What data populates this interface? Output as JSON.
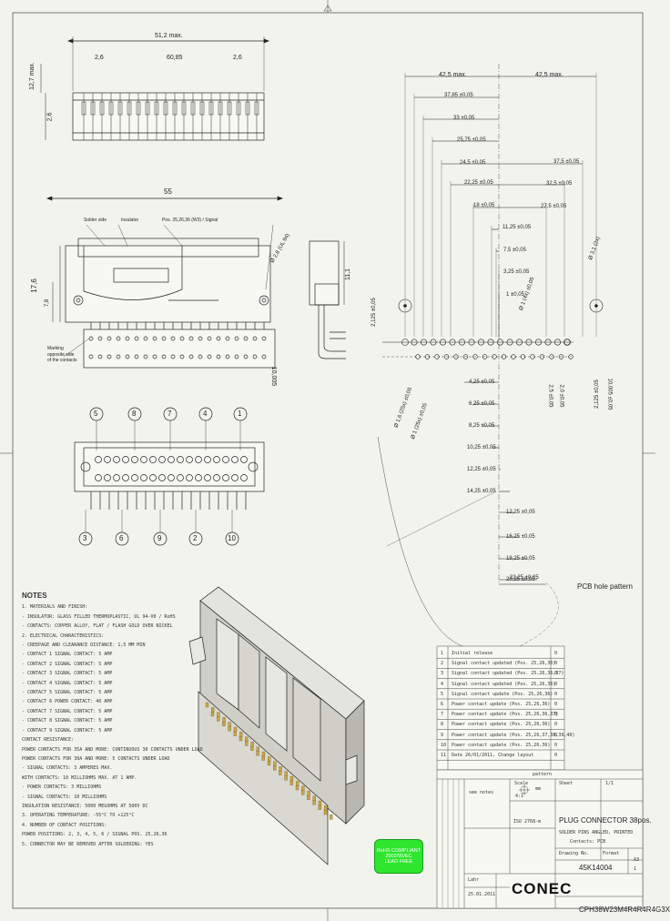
{
  "top_view": {
    "overall": "51,2 max.",
    "pitch_left": "2,6",
    "center": "60,85",
    "pitch_right": "2,6",
    "height_left": "12,7 max.",
    "height_mid": "2,6"
  },
  "front_view": {
    "width": "55",
    "callout_a": "Solder side",
    "callout_b": "Insulator",
    "callout_c": "Pos. 25,26,36 (W3) / Signal",
    "height": "17,6",
    "small": "7,8",
    "side_height": "11,1",
    "hole": "Ø 2,8 (UL 94)",
    "right_dim": "10,005"
  },
  "marking_note": "Marking\nopposite side\nof the contacts",
  "contacts_top": [
    "5",
    "8",
    "7",
    "4",
    "1"
  ],
  "contacts_bottom": [
    "3",
    "6",
    "9",
    "2",
    "10"
  ],
  "pcb_dims": {
    "half_left": "42,5 max.",
    "half_right": "42,5 max.",
    "l1": "37,85 ±0,05",
    "l2": "33 ±0,05",
    "l3": "25,75 ±0,05",
    "l4": "24,5 ±0,05",
    "l5": "22,25 ±0,05",
    "l6": "18 ±0,05",
    "l7": "11,25 ±0,05",
    "l8": "7,5 ±0,05",
    "l9": "3,25 ±0,05",
    "l10": "1 ±0,05",
    "r1": "37,5 ±0,05",
    "r2": "32,5 ±0,05",
    "r3": "27,5 ±0,05",
    "left_v": "2,125 ±0,05",
    "right_v": "2,125 ±0,05",
    "hole_a": "Ø 1,6 (25x) ±0,05",
    "hole_b": "Ø 1 (4x) ±0,05",
    "hole_c": "Ø 1 (25x) ±0,05",
    "hole_d": "Ø 3,1 (2x)",
    "v1": "2,5 ±0,05",
    "v2": "2,0 ±0,05",
    "v3": "10,005 ±0,05",
    "below": [
      "4,25 ±0,05",
      "6,25 ±0,05",
      "8,25 ±0,05",
      "10,25 ±0,05",
      "12,25 ±0,05",
      "14,25 ±0,05"
    ],
    "below_right": [
      "12,25 ±0,05",
      "16,25 ±0,05",
      "18,25 ±0,05",
      "20,25 ±0,05",
      "22,25 ±0,05"
    ],
    "pcb_label": "PCB hole pattern"
  },
  "notes": {
    "title": "NOTES",
    "lines": [
      "1. MATERIALS AND FINISH:",
      " - INSULATOR: GLASS FILLED THERMOPLASTIC, UL 94-V0 / RoHS",
      " - CONTACTS: COPPER ALLOY, FLAT / FLASH GOLD OVER NICKEL",
      "2. ELECTRICAL CHARACTERISTICS:",
      " - CREEPAGE AND CLEARANCE DISTANCE: 1,5 MM MIN",
      " - CONTACT 1 SIGNAL CONTACT: 5 AMP",
      " - CONTACT 2 SIGNAL CONTACT: 5 AMP",
      " - CONTACT 3 SIGNAL CONTACT: 5 AMP",
      " - CONTACT 4 SIGNAL CONTACT: 5 AMP",
      " - CONTACT 5 SIGNAL CONTACT: 5 AMP",
      " - CONTACT 6 POWER CONTACT: 40 AMP",
      " - CONTACT 7 SIGNAL CONTACT: 5 AMP",
      " - CONTACT 8 SIGNAL CONTACT: 5 AMP",
      " - CONTACT 9 SIGNAL CONTACT: 5 AMP",
      "   CONTACT RESISTANCE:",
      "   POWER CONTACTS FOR 35A AND MORE: CONTINUOUS 30 CONTACTS UNDER LOAD",
      "   POWER CONTACTS FOR 30A AND MORE: 5 CONTACTS UNDER LOAD",
      " - SIGNAL CONTACTS: 3 AMPERES MAX.",
      "   WITH CONTACTS: 10 MILLIOHMS MAX. AT 1 AMP.",
      " - POWER CONTACTS: 3 MILLIOHMS",
      " - SIGNAL CONTACTS: 10 MILLIOHMS",
      "   INSULATION RESISTANCE: 5000 MEGOHMS AT 500V DC",
      "3. OPERATING TEMPERATURE: -55°C TO +125°C",
      "4. NUMBER OF CONTACT POSITIONS:",
      "   POWER POSITIONS: 2, 3, 4, 5, 6 / SIGNAL POS. 25,26,36",
      "5. CONNECTOR MAY BE REMOVED AFTER SOLDERING: YES"
    ]
  },
  "badge": {
    "line1": "RoHS COMPLIANT",
    "line2": "2002/95/EC",
    "line3": "LEAD FREE"
  },
  "revision_table": {
    "rows": [
      [
        "1",
        "Initial release",
        "0"
      ],
      [
        "2",
        "Signal contact updated (Pos. 25,26,36)",
        "0"
      ],
      [
        "3",
        "Signal contact updated (Pos. 25,26,36,37)",
        "0"
      ],
      [
        "4",
        "Signal contact updated (Pos. 25,26,36)",
        "0"
      ],
      [
        "5",
        "Signal contact update (Pos. 25,26,36)",
        "0"
      ],
      [
        "6",
        "Power contact update (Pos. 25,26,36)",
        "0"
      ],
      [
        "7",
        "Power contact update (Pos. 25,26,36,37)",
        "0"
      ],
      [
        "8",
        "Power contact update (Pos. 25,26,36)",
        "0"
      ],
      [
        "9",
        "Power contact update (Pos. 25,26,37,38,39,40)",
        "0"
      ],
      [
        "10",
        "Power contact update (Pos. 25,26,36)",
        "0"
      ],
      [
        "11",
        "Date 26/01/2011, Change layout",
        "0"
      ]
    ],
    "header": "pattern"
  },
  "title_block": {
    "scale_label": "Scale",
    "scale": "4:1",
    "unit": "mm",
    "tolerance": "ISO 2768-m",
    "sheet_label": "Sheet",
    "sheet": "1/1",
    "material": "see notes",
    "title_main": "PLUG CONNECTOR 38pos.",
    "title_sub": "SOLDER PINS ANGLED, PRINTED",
    "title_sub2": "Contacts: PCB",
    "drawing_no_label": "Drawing No.",
    "drawing_no": "45K14004",
    "format_label": "Format",
    "format": "A3",
    "rev": "1",
    "part_no": "CPH38W23M4R4R4R4G3X",
    "logo": "CONEC",
    "drawn_by": "Lahr",
    "date": "25.01.2011"
  }
}
